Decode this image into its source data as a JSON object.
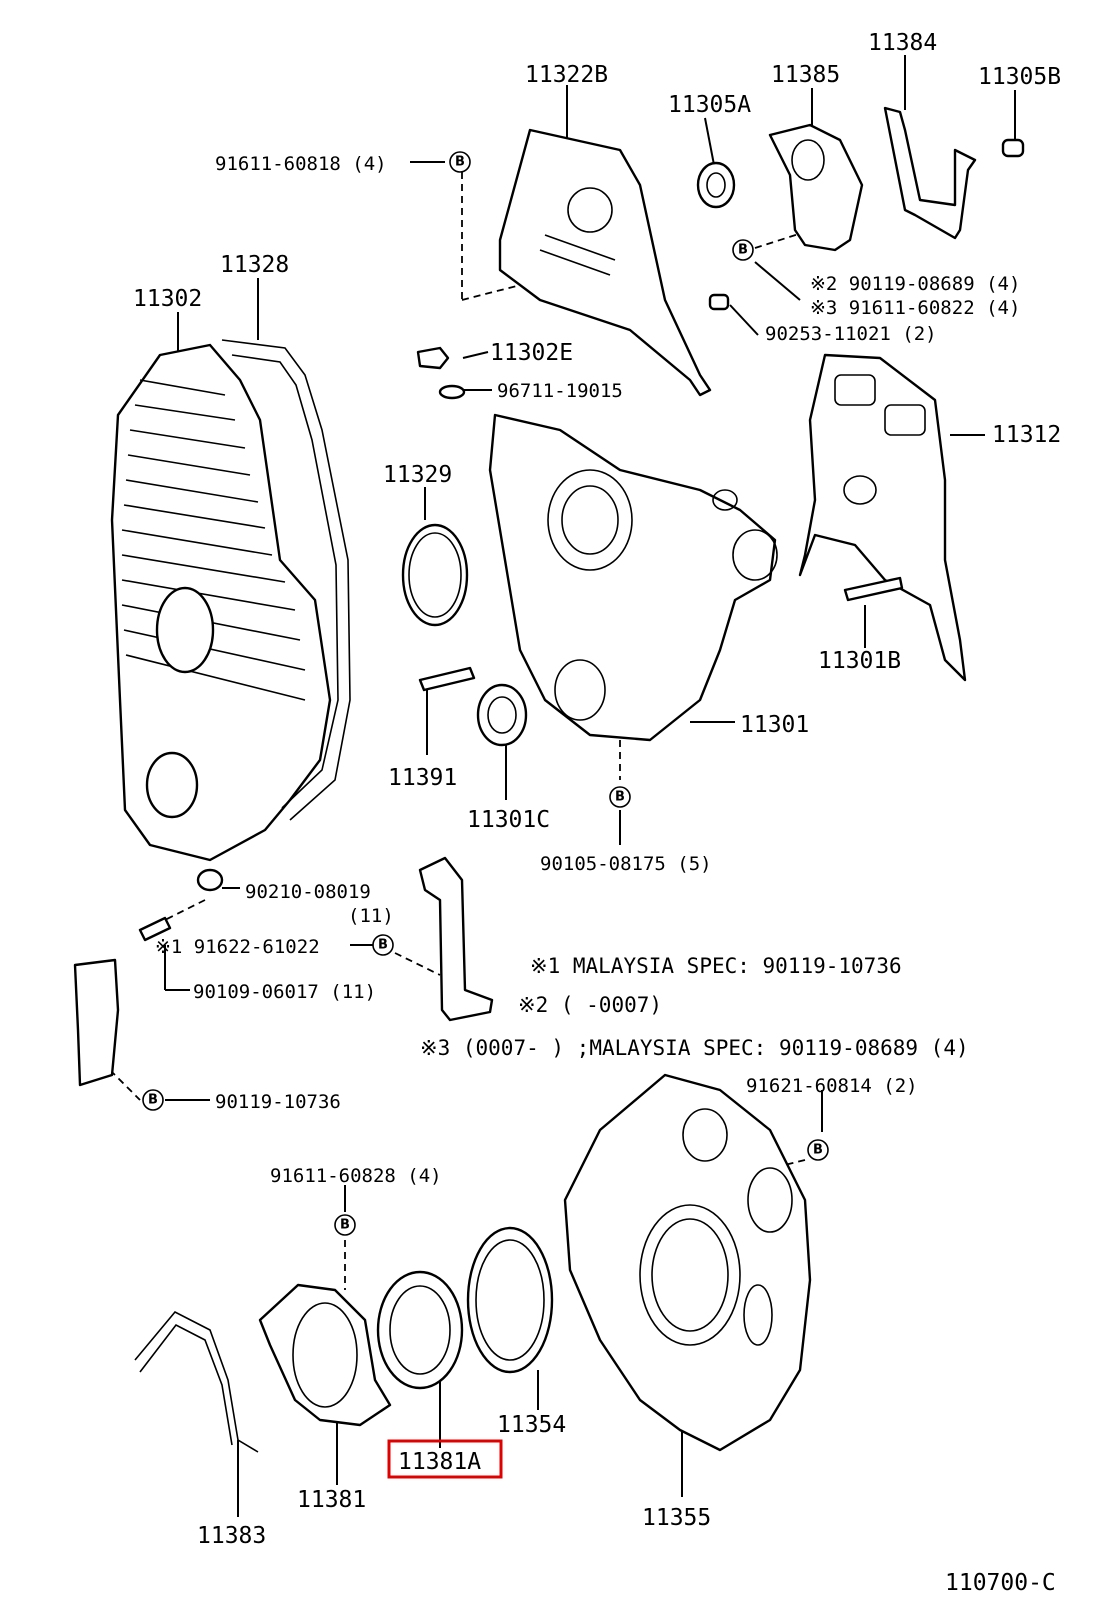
{
  "diagram_id": "110700-C",
  "highlight_color": "#e00000",
  "bolt_marker": "B",
  "labels": {
    "p11384": "11384",
    "p11305B": "11305B",
    "p11322B": "11322B",
    "p11385": "11385",
    "p11305A": "11305A",
    "p91611_60818": "91611-60818 (4)",
    "p90119_08689": "※2 90119-08689 (4)",
    "p91611_60822": "※3 91611-60822 (4)",
    "p90253_11021": "90253-11021 (2)",
    "p11328": "11328",
    "p11302": "11302",
    "p11302E": "11302E",
    "p96711_19015": "96711-19015",
    "p11312": "11312",
    "p11329": "11329",
    "p11301B": "11301B",
    "p11301": "11301",
    "p11391": "11391",
    "p11301C": "11301C",
    "p90105_08175": "90105-08175 (5)",
    "p90210_08019": "90210-08019",
    "p90210_qty": "(11)",
    "p91622_61022": "※1 91622-61022",
    "p90109_06017": "90109-06017 (11)",
    "p90119_10736": "90119-10736",
    "p91621_60814": "91621-60814 (2)",
    "p91611_60828": "91611-60828 (4)",
    "p11354": "11354",
    "p11381A": "11381A",
    "p11381": "11381",
    "p11383": "11383",
    "p11355": "11355"
  },
  "notes": {
    "note1": "※1  MALAYSIA SPEC: 90119-10736",
    "note2": "※2  (      -0007)",
    "note3": "※3  (0007-      ) ;MALAYSIA SPEC: 90119-08689 (4)"
  }
}
